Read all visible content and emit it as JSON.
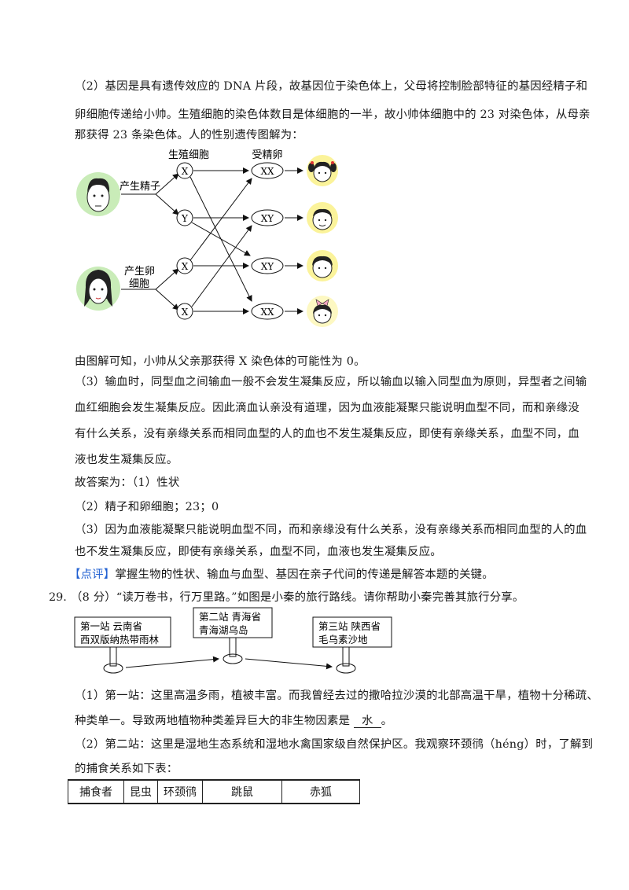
{
  "section2": {
    "lines": [
      "（2）基因是具有遗传效应的 DNA 片段，故基因位于染色体上，父母将控制脸部特征的基因经精子和",
      "卵细胞传递给小帅。生殖细胞的染色体数目是体细胞的一半，故小帅体细胞中的 23 对染色体，从母亲",
      "那获得 23 条染色体。人的性别遗传图解为："
    ]
  },
  "genetics_diagram": {
    "header_gametes": "生殖细胞",
    "header_zygotes": "受精卵",
    "father_label_1": "产生精子",
    "mother_label_1": "产生卵",
    "mother_label_2": "细胞",
    "sperm": [
      "X",
      "Y"
    ],
    "eggs": [
      "X",
      "X"
    ],
    "zygotes": [
      "XX",
      "XY",
      "XY",
      "XX"
    ],
    "children": [
      "girl",
      "boy",
      "boy",
      "girl"
    ],
    "colors": {
      "parent_bg": "#c9ecb8",
      "child_bg": "#fbf39a",
      "line": "#111111"
    }
  },
  "after_diagram": "由图解可知，小帅从父亲那获得 X 染色体的可能性为 0。",
  "section3": {
    "lines": [
      "（3）输血时，同型血之间输血一般不会发生凝集反应，所以输血以输入同型血为原则，异型者之间输",
      "血红细胞会发生凝集反应。因此滴血认亲没有道理，因为血液能凝聚只能说明血型不同，而和亲缘没",
      "有什么关系，没有亲缘关系而相同血型的人的血也不发生凝集反应，即使有亲缘关系，血型不同，血",
      "液也发生凝集反应。"
    ]
  },
  "answers": {
    "intro": "故答案为：（1）性状",
    "a2": "（2）精子和卵细胞；23；0",
    "a3_line1": "（3）因为血液能凝聚只能说明血型不同，而和亲缘没有什么关系，没有亲缘关系而相同血型的人的血",
    "a3_line2": "也不发生凝集反应，即使有亲缘关系，血型不同，血液也发生凝集反应。"
  },
  "comment": {
    "label": "【点评】",
    "text": "掌握生物的性状、输血与血型、基因在亲子代间的传递是解答本题的关键。",
    "label_color": "#1f5fd1"
  },
  "question29": {
    "number": "29.",
    "text": "（8 分）“读万卷书，行万里路。”如图是小秦的旅行路线。请你帮助小秦完善其旅行分享。",
    "route": [
      {
        "line1": "第一站  云南省",
        "line2": "西双版纳热带雨林"
      },
      {
        "line1": "第二站  青海省",
        "line2": "青海湖乌岛"
      },
      {
        "line1": "第三站  陕西省",
        "line2": "毛乌素沙地"
      }
    ],
    "part1_line1": "（1）第一站：这里高温多雨，植被丰富。而我曾经去过的撒哈拉沙漠的北部高温干旱，植物十分稀疏、",
    "part1_line2_prefix": "种类单一。导致两地植物种类差异巨大的非生物因素是",
    "part1_answer": "水",
    "part1_line2_suffix": "。",
    "part2_line1": "（2）第二站：这里是湿地生态系统和湿地水禽国家级自然保护区。我观察环颈鸻（héng）时，了解到",
    "part2_line2": "的捕食关系如下表：",
    "table": {
      "cells": [
        "捕食者",
        "昆虫",
        "环颈鸻",
        "跳鼠",
        "赤狐"
      ]
    }
  }
}
